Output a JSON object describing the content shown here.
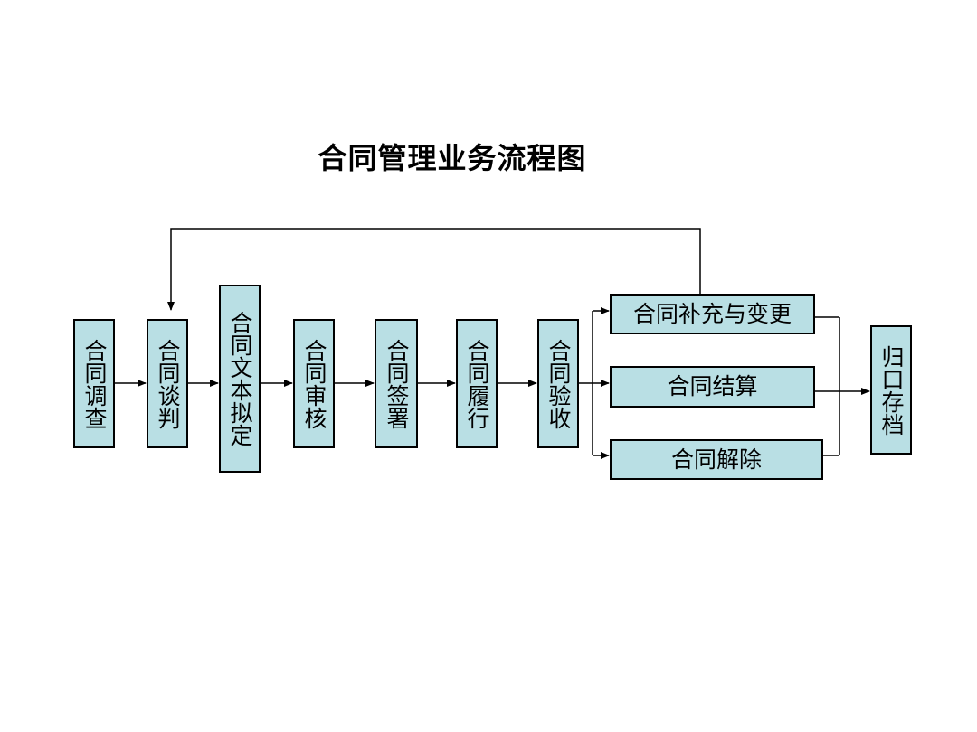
{
  "title": "合同管理业务流程图",
  "steps": [
    {
      "id": "investigate",
      "label": "合同调查"
    },
    {
      "id": "negotiate",
      "label": "合同谈判"
    },
    {
      "id": "draft",
      "label": "合同文本拟定"
    },
    {
      "id": "review",
      "label": "合同审核"
    },
    {
      "id": "sign",
      "label": "合同签署"
    },
    {
      "id": "perform",
      "label": "合同履行"
    },
    {
      "id": "accept",
      "label": "合同验收"
    }
  ],
  "branches": [
    {
      "id": "supplement",
      "label": "合同补充与变更"
    },
    {
      "id": "settle",
      "label": "合同结算"
    },
    {
      "id": "terminate",
      "label": "合同解除"
    }
  ],
  "final": {
    "id": "archive",
    "label": "归口存档"
  },
  "colors": {
    "box_fill": "#b9dfe4",
    "box_border": "#000000",
    "line": "#000000"
  }
}
